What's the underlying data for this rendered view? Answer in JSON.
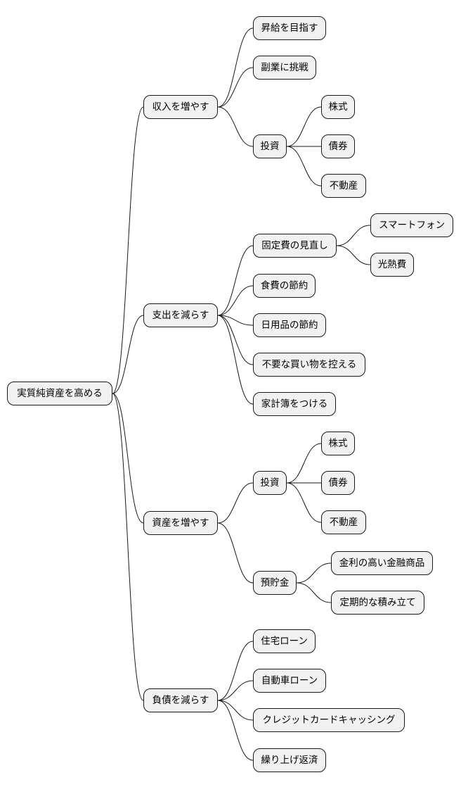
{
  "mindmap": {
    "root": {
      "label": "実質純資産を高める",
      "children": [
        {
          "label": "収入を増やす",
          "children": [
            {
              "label": "昇給を目指す"
            },
            {
              "label": "副業に挑戦"
            },
            {
              "label": "投資",
              "children": [
                {
                  "label": "株式"
                },
                {
                  "label": "債券"
                },
                {
                  "label": "不動産"
                }
              ]
            }
          ]
        },
        {
          "label": "支出を減らす",
          "children": [
            {
              "label": "固定費の見直し",
              "children": [
                {
                  "label": "スマートフォン"
                },
                {
                  "label": "光熱費"
                }
              ]
            },
            {
              "label": "食費の節約"
            },
            {
              "label": "日用品の節約"
            },
            {
              "label": "不要な買い物を控える"
            },
            {
              "label": "家計簿をつける"
            }
          ]
        },
        {
          "label": "資産を増やす",
          "children": [
            {
              "label": "投資",
              "children": [
                {
                  "label": "株式"
                },
                {
                  "label": "債券"
                },
                {
                  "label": "不動産"
                }
              ]
            },
            {
              "label": "預貯金",
              "children": [
                {
                  "label": "金利の高い金融商品"
                },
                {
                  "label": "定期的な積み立て"
                }
              ]
            }
          ]
        },
        {
          "label": "負債を減らす",
          "children": [
            {
              "label": "住宅ローン"
            },
            {
              "label": "自動車ローン"
            },
            {
              "label": "クレジットカードキャッシング"
            },
            {
              "label": "繰り上げ返済"
            }
          ]
        }
      ]
    }
  }
}
